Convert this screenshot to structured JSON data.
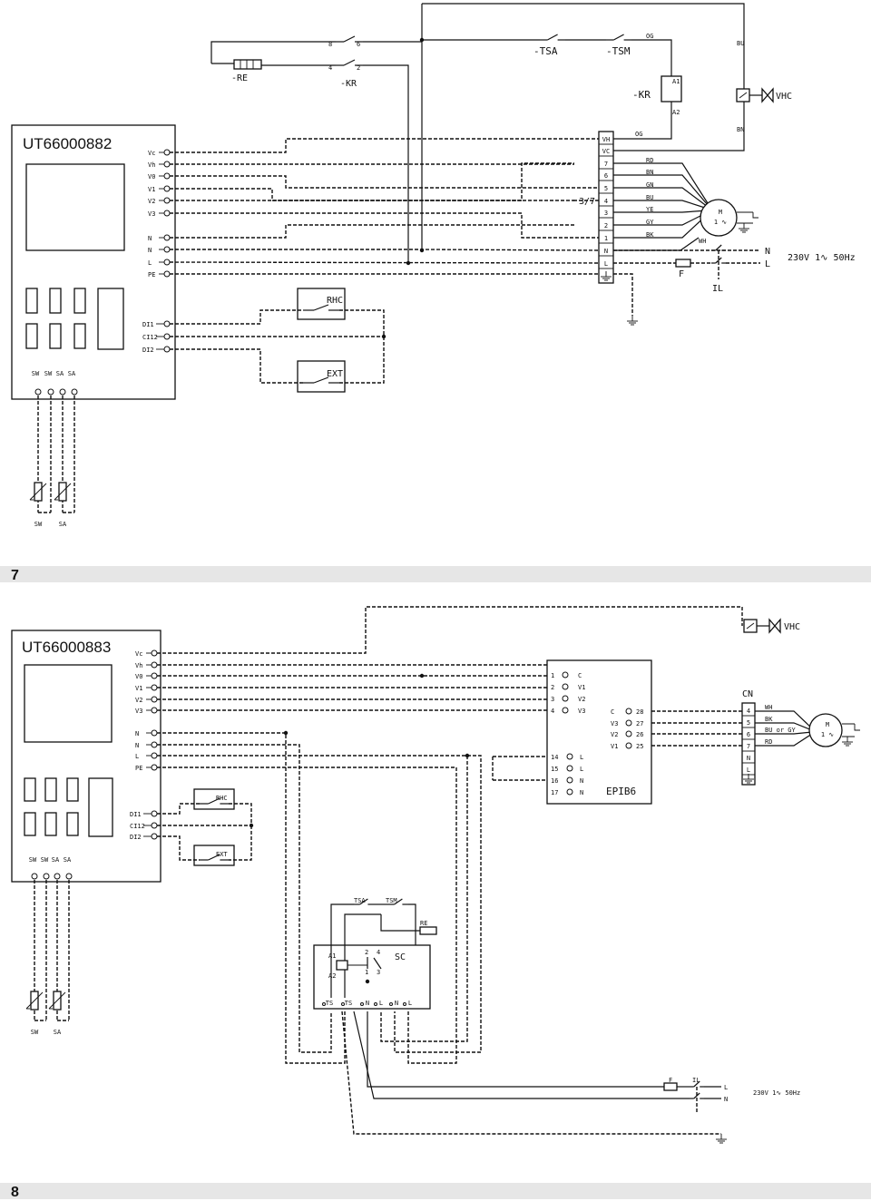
{
  "figure7": {
    "model": "UT66000882",
    "number": "7",
    "controller_terminals": [
      "Vc",
      "Vh",
      "V0",
      "V1",
      "V2",
      "V3",
      "N",
      "N",
      "L",
      "PE"
    ],
    "input_terminals": [
      "DI1",
      "CI12",
      "DI2"
    ],
    "sensor_terminals": [
      "SW",
      "SW",
      "SA",
      "SA"
    ],
    "sensor_labels": [
      "SW",
      "SA"
    ],
    "strip_terminals": [
      "VH",
      "VC",
      "7",
      "6",
      "5",
      "4",
      "3",
      "2",
      "1",
      "N",
      "L"
    ],
    "wire_colors": [
      "OG",
      "RD",
      "BN",
      "GN",
      "BU",
      "YE",
      "GY",
      "BK",
      "WH"
    ],
    "bridge_label": "3/7",
    "components": {
      "re": "-RE",
      "kr": "-KR",
      "kr_contacts": [
        "8",
        "6",
        "4",
        "2"
      ],
      "tsa": "-TSA",
      "tsm": "-TSM",
      "kr_coil": "-KR",
      "coil_a1": "A1",
      "coil_a2": "A2",
      "coil_wire": "OG",
      "vhc": "VHC",
      "bu": "BU",
      "bn": "BN",
      "rhc": "RHC",
      "ext": "EXT",
      "fuse": "F",
      "switch": "IL",
      "motor_m": "M",
      "motor_phase": "1 ∿"
    },
    "supply": {
      "n": "N",
      "l": "L",
      "rating": "230V 1∿ 50Hz"
    }
  },
  "figure8": {
    "model": "UT66000883",
    "number": "8",
    "controller_terminals": [
      "Vc",
      "Vh",
      "V0",
      "V1",
      "V2",
      "V3",
      "N",
      "N",
      "L",
      "PE"
    ],
    "input_terminals": [
      "DI1",
      "CI12",
      "DI2"
    ],
    "sensor_terminals": [
      "SW",
      "SW",
      "SA",
      "SA"
    ],
    "sensor_labels": [
      "SW",
      "SA"
    ],
    "epib": {
      "name": "EPIB6",
      "left_rows": [
        [
          "1",
          "C"
        ],
        [
          "2",
          "V1"
        ],
        [
          "3",
          "V2"
        ],
        [
          "4",
          "V3"
        ]
      ],
      "right_rows": [
        [
          "C",
          "28"
        ],
        [
          "V3",
          "27"
        ],
        [
          "V2",
          "26"
        ],
        [
          "V1",
          "25"
        ]
      ],
      "power_rows": [
        [
          "14",
          "L"
        ],
        [
          "15",
          "L"
        ],
        [
          "16",
          "N"
        ],
        [
          "17",
          "N"
        ]
      ]
    },
    "cn": {
      "label": "CN",
      "terminals": [
        "4",
        "5",
        "6",
        "7",
        "N",
        "L"
      ],
      "wire_colors": [
        "WH",
        "BK",
        "BU or GY",
        "RD"
      ]
    },
    "sc": {
      "label": "SC",
      "tsa": "TSA",
      "tsm": "TSM",
      "re": "RE",
      "a1": "A1",
      "a2": "A2",
      "contacts": [
        "2",
        "4",
        "1",
        "3"
      ],
      "terminals": [
        "TS",
        "TS",
        "N",
        "L",
        "N",
        "L"
      ]
    },
    "components": {
      "vhc": "VHC",
      "rhc": "RHC",
      "ext": "EXT",
      "fuse": "F",
      "switch": "IL",
      "motor_m": "M",
      "motor_phase": "1 ∿"
    },
    "supply": {
      "l": "L",
      "n": "N",
      "rating": "230V 1∿ 50Hz"
    }
  }
}
